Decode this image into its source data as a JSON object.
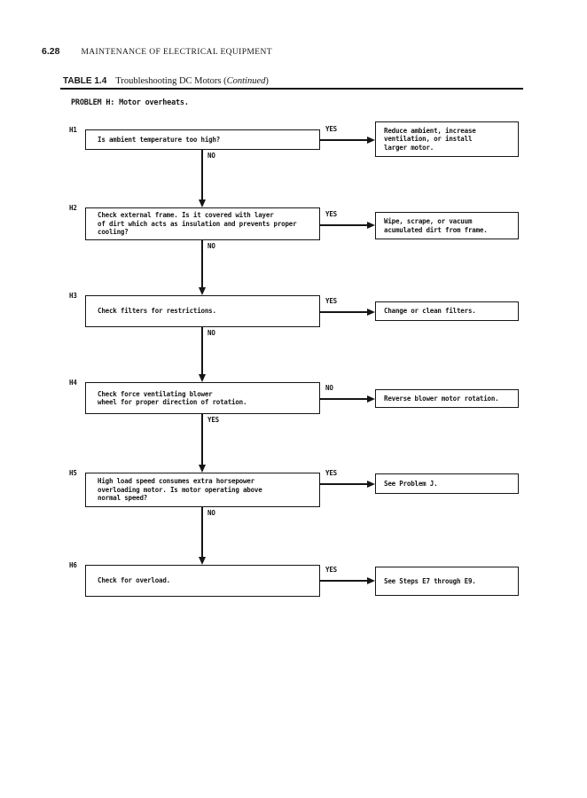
{
  "colors": {
    "ink": "#161616",
    "paper": "#ffffff"
  },
  "header": {
    "page_number": "6.28",
    "running_title": "MAINTENANCE OF ELECTRICAL EQUIPMENT"
  },
  "table_caption": {
    "label": "TABLE 1.4",
    "title_before": "Troubleshooting DC Motors (",
    "continued": "Continued",
    "title_after": ")"
  },
  "problem_title": "PROBLEM H: Motor overheats.",
  "flowchart": {
    "rows": [
      {
        "id": "H1",
        "question_lines": [
          "Is ambient temperature too high?"
        ],
        "branch_label": "YES",
        "action_lines": [
          "Reduce ambient, increase",
          "ventilation, or install",
          "larger motor."
        ],
        "down_label": "NO"
      },
      {
        "id": "H2",
        "question_lines": [
          "Check external frame.  Is it covered with layer",
          "of dirt which acts as insulation and prevents proper",
          "cooling?"
        ],
        "branch_label": "YES",
        "action_lines": [
          "Wipe, scrape, or vacuum",
          "acumulated dirt from frame."
        ],
        "down_label": "NO"
      },
      {
        "id": "H3",
        "question_lines": [
          "Check filters for restrictions."
        ],
        "branch_label": "YES",
        "action_lines": [
          "Change or clean filters."
        ],
        "down_label": "NO"
      },
      {
        "id": "H4",
        "question_lines": [
          "Check force ventilating blower",
          "wheel for proper direction of rotation."
        ],
        "branch_label": "NO",
        "action_lines": [
          "Reverse blower motor rotation."
        ],
        "down_label": "YES"
      },
      {
        "id": "H5",
        "question_lines": [
          "High load speed consumes extra horsepower",
          "overloading motor.  Is motor operating above",
          "normal speed?"
        ],
        "branch_label": "YES",
        "action_lines": [
          "See Problem J."
        ],
        "down_label": "NO"
      },
      {
        "id": "H6",
        "question_lines": [
          "Check for overload."
        ],
        "branch_label": "YES",
        "action_lines": [
          "See Steps E7 through E9."
        ],
        "down_label": null
      }
    ]
  }
}
